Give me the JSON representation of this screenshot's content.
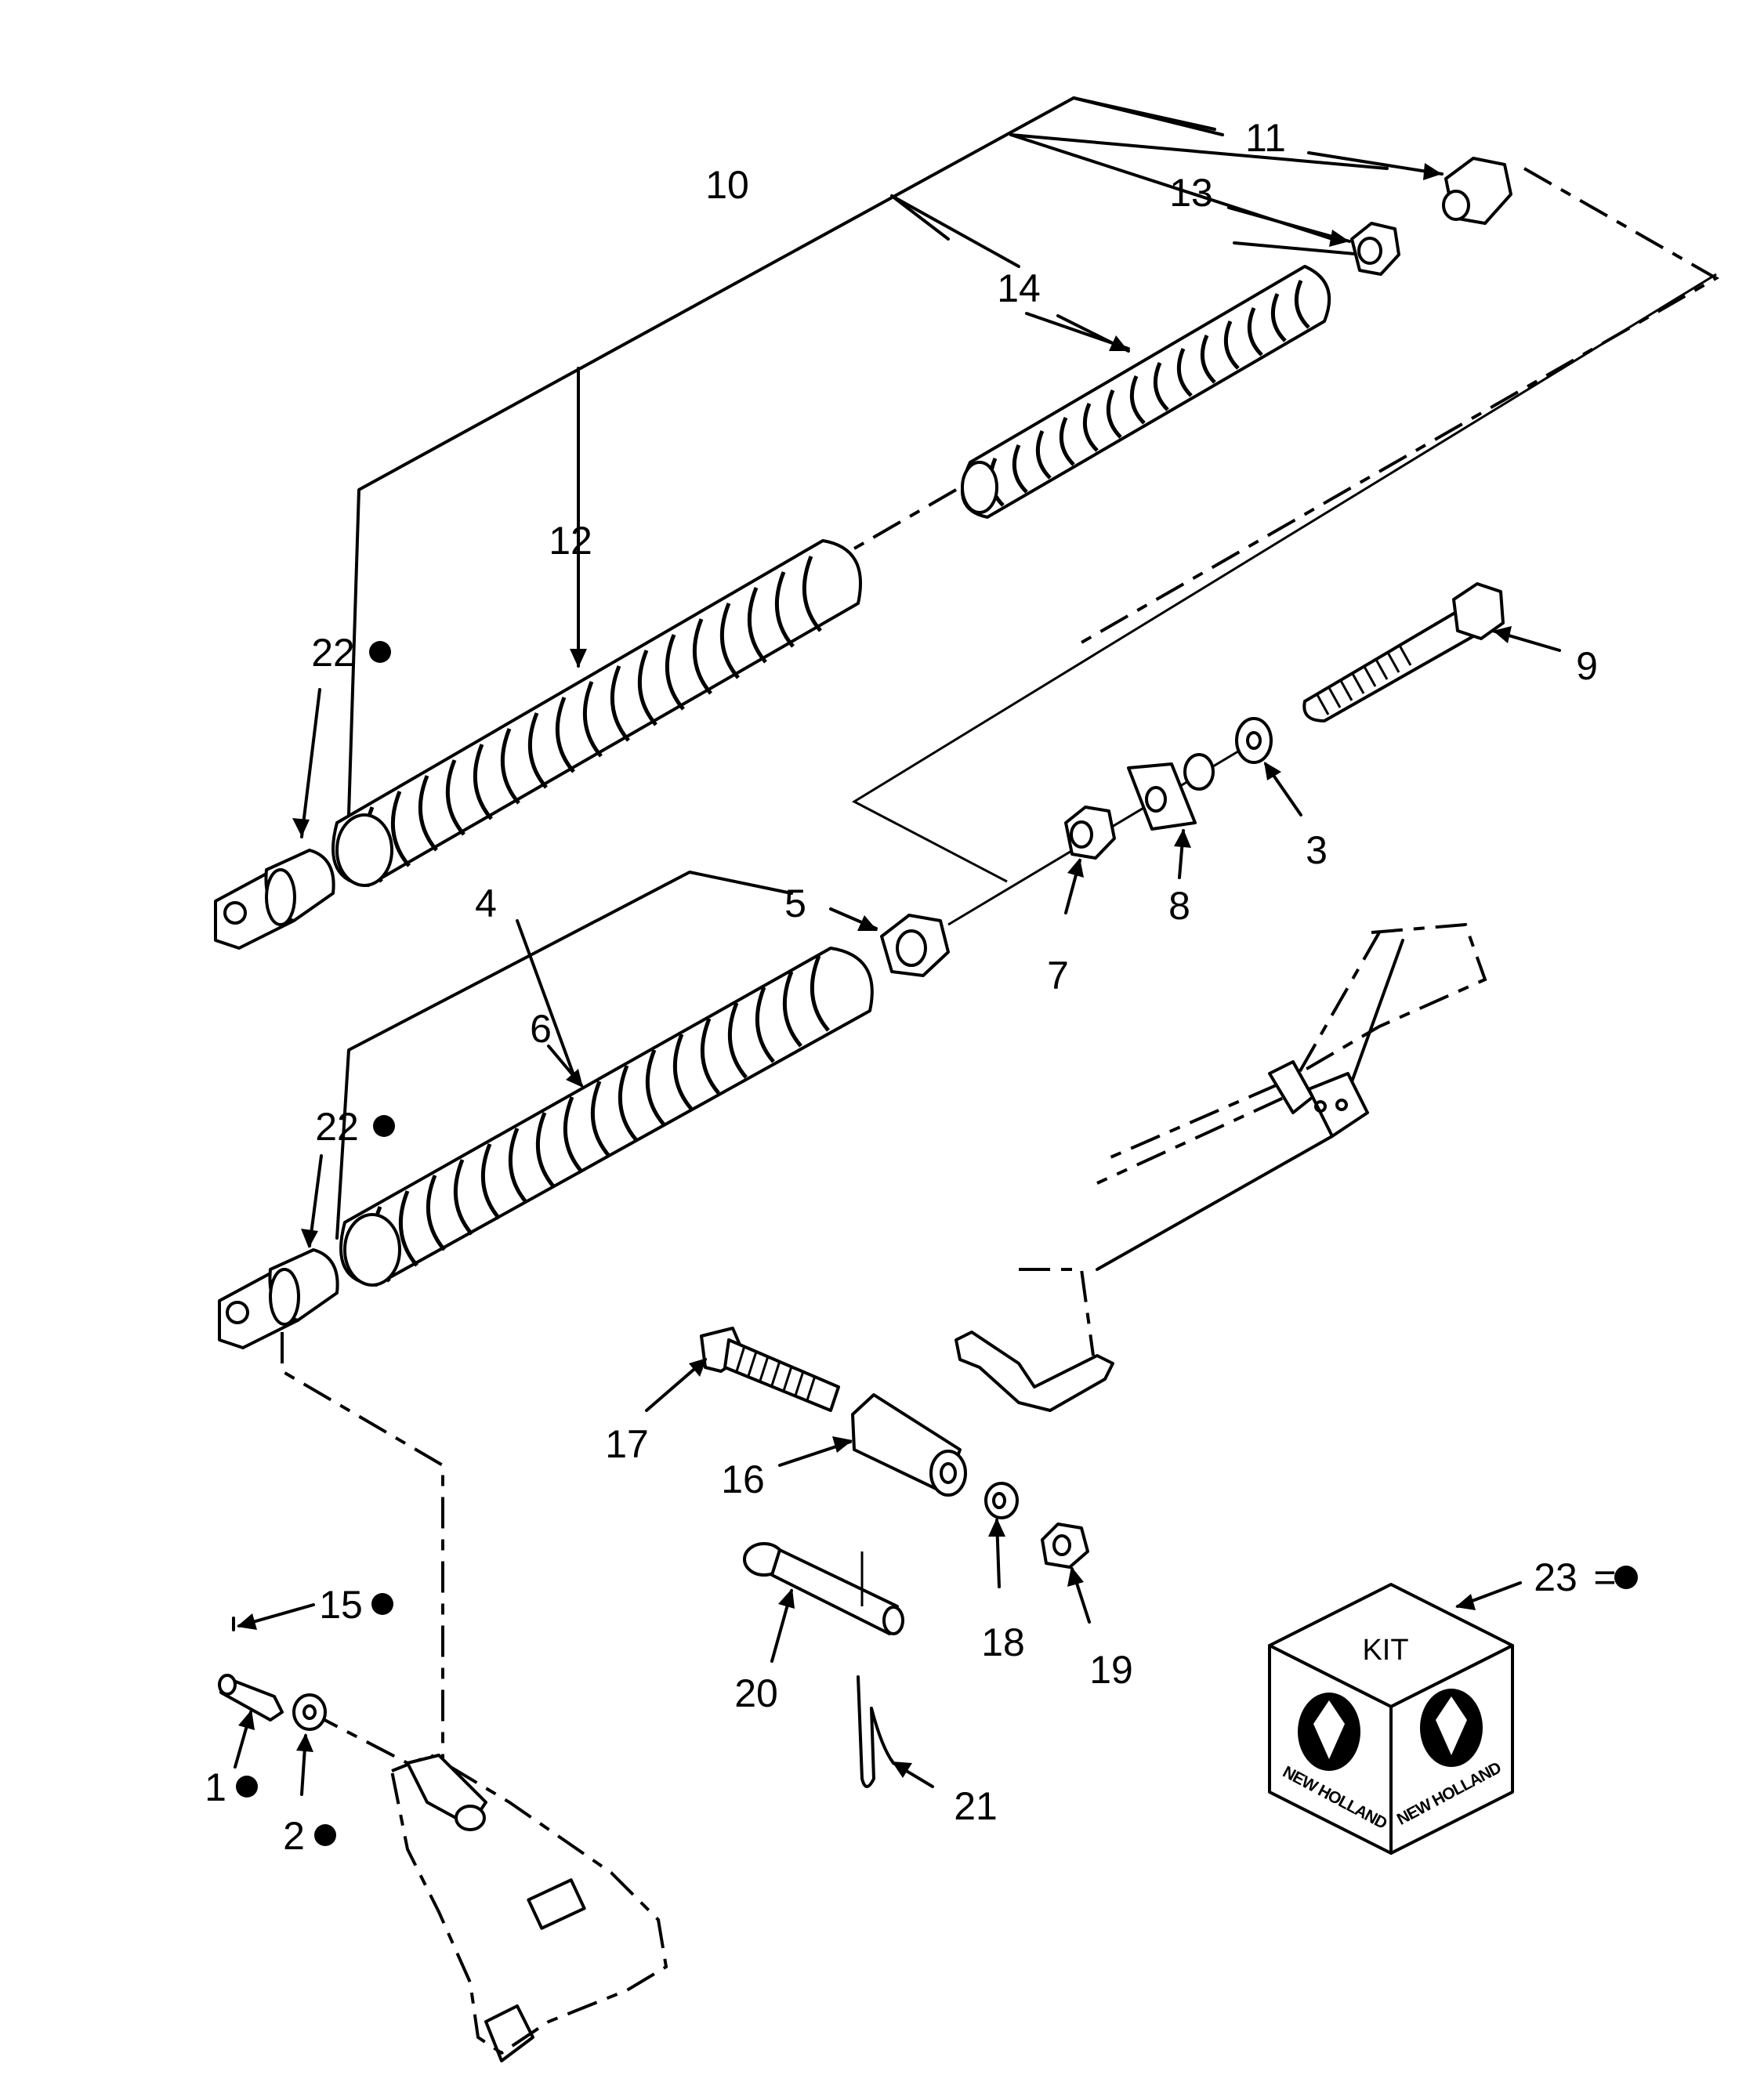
{
  "callouts": [
    {
      "id": "1",
      "label": "1",
      "kit": true
    },
    {
      "id": "2",
      "label": "2",
      "kit": true
    },
    {
      "id": "3",
      "label": "3",
      "kit": false
    },
    {
      "id": "4",
      "label": "4",
      "kit": false
    },
    {
      "id": "5",
      "label": "5",
      "kit": false
    },
    {
      "id": "6",
      "label": "6",
      "kit": false
    },
    {
      "id": "7",
      "label": "7",
      "kit": false
    },
    {
      "id": "8",
      "label": "8",
      "kit": false
    },
    {
      "id": "9",
      "label": "9",
      "kit": false
    },
    {
      "id": "10",
      "label": "10",
      "kit": false
    },
    {
      "id": "11",
      "label": "11",
      "kit": false
    },
    {
      "id": "12",
      "label": "12",
      "kit": false
    },
    {
      "id": "13",
      "label": "13",
      "kit": false
    },
    {
      "id": "14",
      "label": "14",
      "kit": false
    },
    {
      "id": "15",
      "label": "15",
      "kit": true
    },
    {
      "id": "16",
      "label": "16",
      "kit": false
    },
    {
      "id": "17",
      "label": "17",
      "kit": false
    },
    {
      "id": "18",
      "label": "18",
      "kit": false
    },
    {
      "id": "19",
      "label": "19",
      "kit": false
    },
    {
      "id": "20",
      "label": "20",
      "kit": false
    },
    {
      "id": "21",
      "label": "21",
      "kit": false
    },
    {
      "id": "22a",
      "label": "22",
      "kit": true
    },
    {
      "id": "22b",
      "label": "22",
      "kit": true
    }
  ],
  "kit_legend": {
    "number": "23",
    "equals": "="
  },
  "kit_box": {
    "label": "KIT",
    "brand": "NEW HOLLAND"
  }
}
